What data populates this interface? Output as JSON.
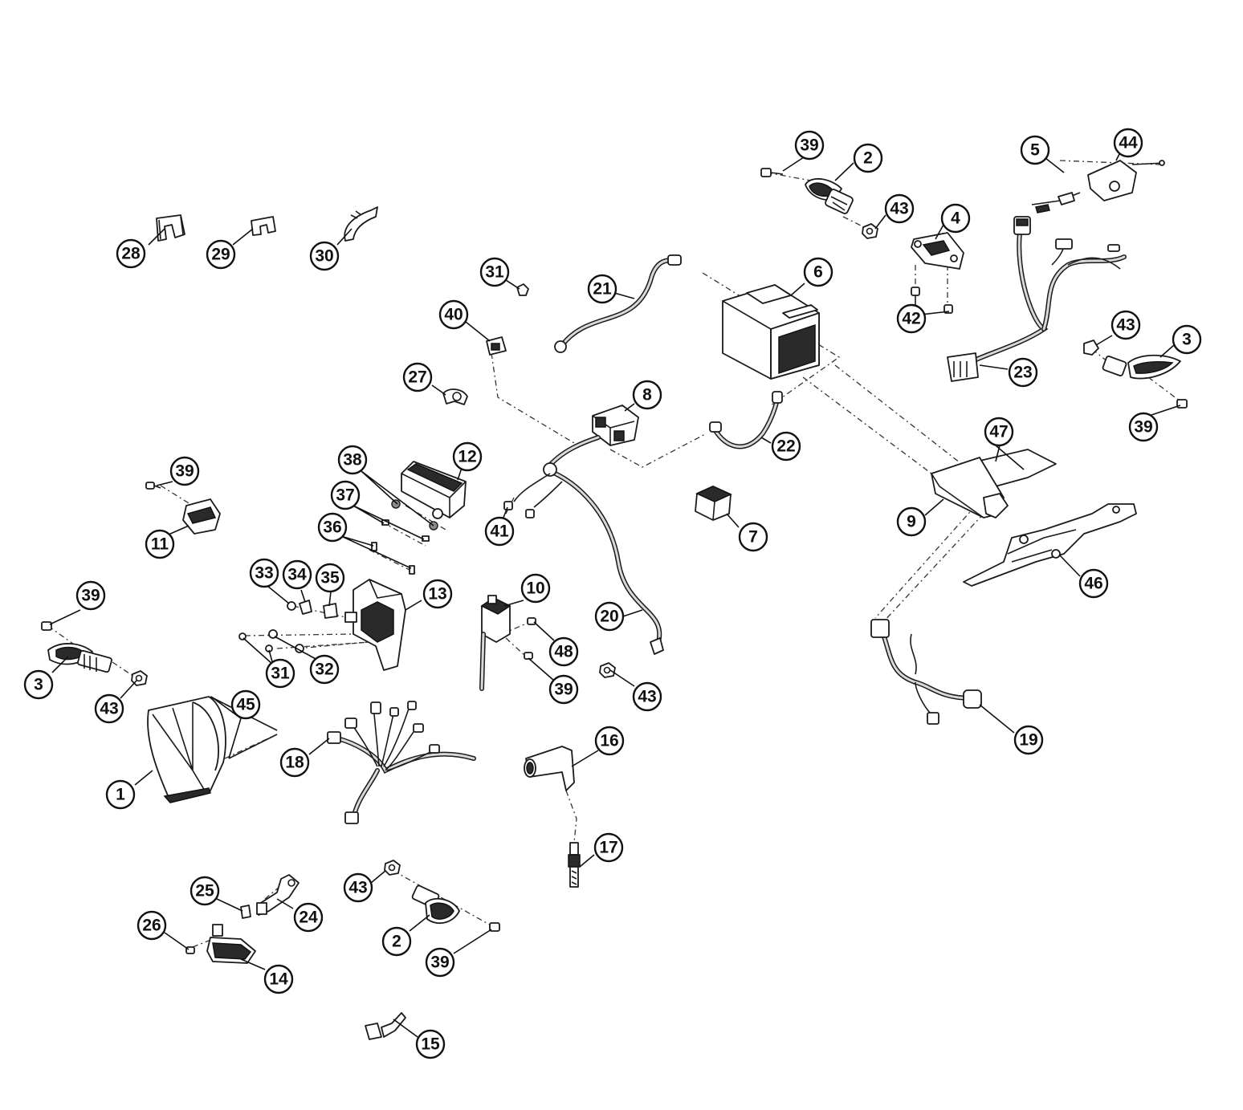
{
  "callouts": {
    "c1": "1",
    "c2a": "2",
    "c2b": "2",
    "c3a": "3",
    "c3b": "3",
    "c4": "4",
    "c5": "5",
    "c6": "6",
    "c7": "7",
    "c8": "8",
    "c9": "9",
    "c10": "10",
    "c11": "11",
    "c12": "12",
    "c13": "13",
    "c14": "14",
    "c15": "15",
    "c16": "16",
    "c17": "17",
    "c18": "18",
    "c19": "19",
    "c20": "20",
    "c21": "21",
    "c22": "22",
    "c23": "23",
    "c24": "24",
    "c25": "25",
    "c26": "26",
    "c27": "27",
    "c28": "28",
    "c29": "29",
    "c30": "30",
    "c31a": "31",
    "c31b": "31",
    "c32": "32",
    "c33": "33",
    "c34": "34",
    "c35": "35",
    "c36": "36",
    "c37": "37",
    "c38": "38",
    "c39a": "39",
    "c39b": "39",
    "c39c": "39",
    "c39d": "39",
    "c39e": "39",
    "c39f": "39",
    "c40": "40",
    "c41": "41",
    "c42": "42",
    "c43a": "43",
    "c43b": "43",
    "c43c": "43",
    "c43d": "43",
    "c43e": "43",
    "c44": "44",
    "c45": "45",
    "c46": "46",
    "c47": "47",
    "c48": "48"
  }
}
